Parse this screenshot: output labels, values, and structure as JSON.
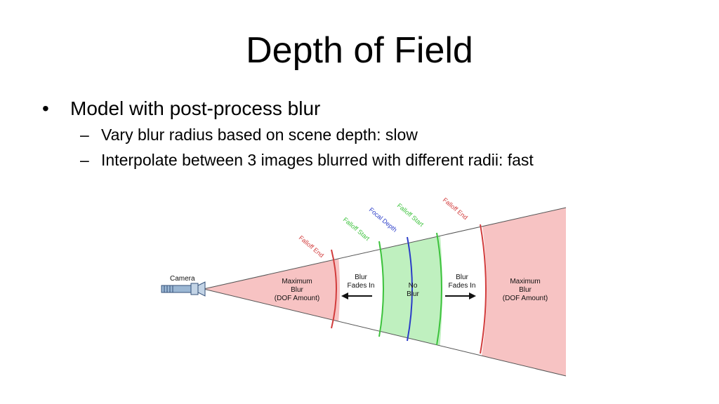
{
  "slide": {
    "title": "Depth of Field",
    "bullets": [
      {
        "text": "Model with post-process blur",
        "subitems": [
          "Vary blur radius based on scene depth: slow",
          "Interpolate between 3 images blurred with different radii: fast"
        ]
      }
    ]
  },
  "diagram": {
    "camera_label": "Camera",
    "zones": {
      "near_max": [
        "Maximum",
        "Blur",
        "(DOF Amount)"
      ],
      "near_fade": [
        "Blur",
        "Fades In"
      ],
      "no_blur": [
        "No",
        "Blur"
      ],
      "far_fade": [
        "Blur",
        "Fades In"
      ],
      "far_max": [
        "Maximum",
        "Blur",
        "(DOF Amount)"
      ]
    },
    "boundaries": {
      "near_falloff_end": "Falloff End",
      "near_falloff_start": "Falloff Start",
      "focal_depth": "Focal Depth",
      "far_falloff_start": "Falloff Start",
      "far_falloff_end": "Falloff End"
    },
    "colors": {
      "max_blur_fill": "#f7c3c3",
      "max_blur_edge": "#d23c3c",
      "no_blur_fill": "#bff0bf",
      "no_blur_edge": "#3cc23c",
      "focal_line": "#2a3cc8",
      "text": "#111111"
    }
  }
}
